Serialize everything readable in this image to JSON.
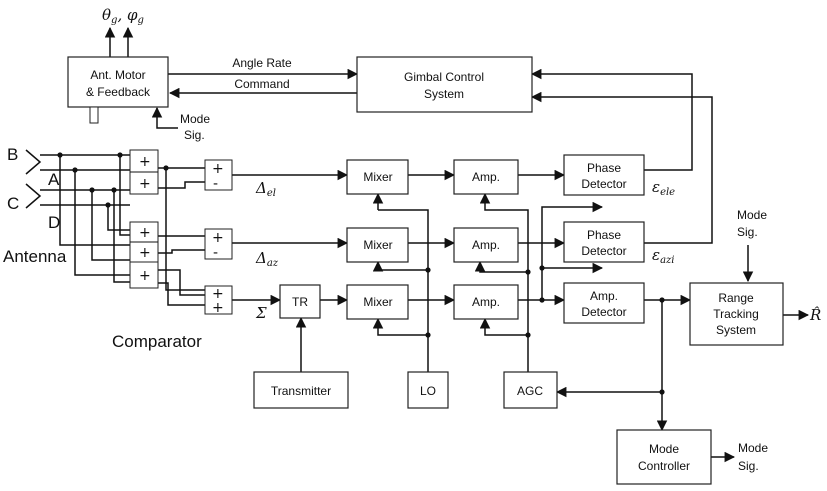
{
  "blocks": {
    "ant_motor": [
      "Ant. Motor",
      "& Feedback"
    ],
    "gimbal": [
      "Gimbal Control",
      "System"
    ],
    "mixer_el": "Mixer",
    "mixer_az": "Mixer",
    "mixer_sum": "Mixer",
    "amp_el": "Amp.",
    "amp_az": "Amp.",
    "amp_sum": "Amp.",
    "phase_el": [
      "Phase",
      "Detector"
    ],
    "phase_az": [
      "Phase",
      "Detector"
    ],
    "amp_det": [
      "Amp.",
      "Detector"
    ],
    "range": [
      "Range",
      "Tracking",
      "System"
    ],
    "tr": "TR",
    "transmitter": "Transmitter",
    "lo": "LO",
    "agc": "AGC",
    "mode_ctrl": [
      "Mode",
      "Controller"
    ]
  },
  "labels": {
    "angle_rate": [
      "Angle Rate",
      "Command"
    ],
    "mode_sig_top": [
      "Mode",
      "Sig."
    ],
    "mode_sig_right": [
      "Mode",
      "Sig."
    ],
    "mode_sig_bottom": [
      "Mode",
      "Sig."
    ],
    "outputs_top": "θg, φg",
    "antenna": "Antenna",
    "comparator": "Comparator",
    "b": "B",
    "a": "A",
    "c": "C",
    "d": "D",
    "delta_el": "Δel",
    "delta_az": "Δaz",
    "sigma": "Σ",
    "eps_ele": "εele",
    "eps_azi": "εazi",
    "r_hat": "R̂"
  },
  "signs": {
    "plus": "+",
    "minus": "-"
  }
}
